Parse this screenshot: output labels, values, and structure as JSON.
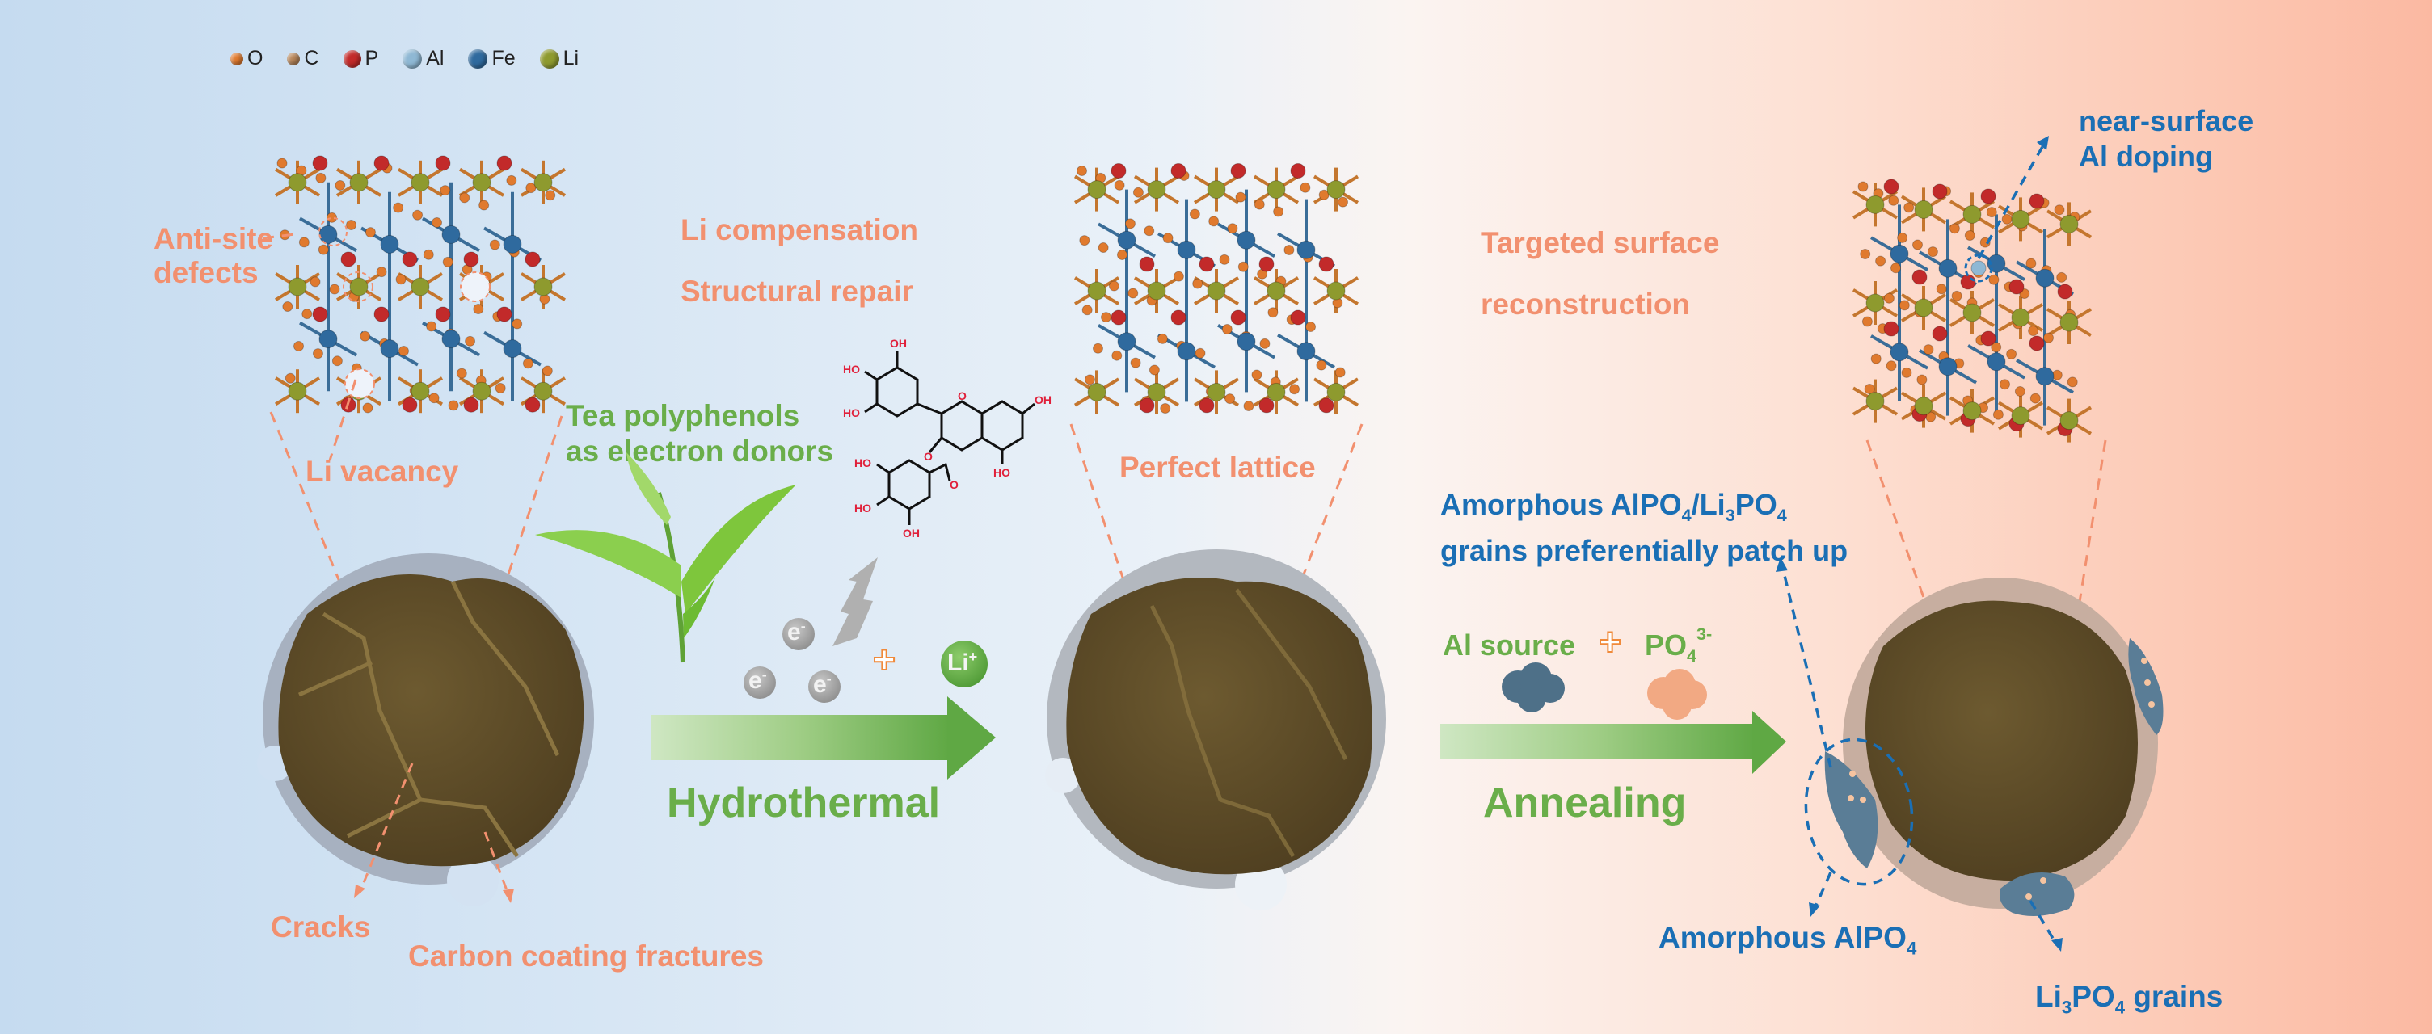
{
  "legend": [
    {
      "symbol": "O",
      "color": "#e07a2e",
      "size": "small"
    },
    {
      "symbol": "C",
      "color": "#b8865a",
      "size": "small"
    },
    {
      "symbol": "P",
      "color": "#c22a2a",
      "size": "medium"
    },
    {
      "symbol": "Al",
      "color": "#8fb8d4",
      "size": "large"
    },
    {
      "symbol": "Fe",
      "color": "#2f6a9e",
      "size": "large"
    },
    {
      "symbol": "Li",
      "color": "#8e9a2e",
      "size": "large"
    }
  ],
  "stage1": {
    "defect_labels": {
      "anti_site_line1": "Anti-site",
      "anti_site_line2": "defects",
      "li_vacancy": "Li vacancy",
      "cracks": "Cracks",
      "carbon_fractures": "Carbon coating fractures"
    }
  },
  "process1": {
    "title_line1": "Li compensation",
    "title_line2": "Structural repair",
    "donor_line1": "Tea polyphenols",
    "donor_line2": "as electron donors",
    "electron_label": "e",
    "electron_charge": "-",
    "plus_symbol": "+",
    "li_ion_label": "Li",
    "li_ion_charge": "+",
    "molecule_groups": [
      "OH",
      "HO",
      "HO",
      "O",
      "OH",
      "O",
      "HO",
      "O",
      "HO",
      "HO",
      "OH"
    ],
    "arrow_label": "Hydrothermal"
  },
  "stage2": {
    "label": "Perfect lattice"
  },
  "process2": {
    "title_line1": "Targeted surface",
    "title_line2": "reconstruction",
    "reagent1": "Al source",
    "plus_symbol": "+",
    "reagent2_base": "PO",
    "reagent2_sub": "4",
    "reagent2_sup": "3-",
    "arrow_label": "Annealing"
  },
  "stage3": {
    "doping_line1": "near-surface",
    "doping_line2": "Al doping",
    "patch_line1_a": "Amorphous AlPO",
    "patch_line1_sub1": "4",
    "patch_line1_b": "/Li",
    "patch_line1_sub2": "3",
    "patch_line1_c": "PO",
    "patch_line1_sub3": "4",
    "patch_line2": "grains preferentially patch up",
    "alpo4_base": "Amorphous AlPO",
    "alpo4_sub": "4",
    "li3po4_a": "Li",
    "li3po4_sub1": "3",
    "li3po4_b": "PO",
    "li3po4_sub2": "4",
    "li3po4_c": " grains"
  },
  "colors": {
    "salmon_text": "#f2906f",
    "green_text": "#6aae4a",
    "blue_text": "#1a6fb5",
    "particle_core": "#5c4a26",
    "coating": "#a9b2be",
    "al_source_cloud": "#4e7088",
    "po4_cloud": "#f2a983"
  }
}
